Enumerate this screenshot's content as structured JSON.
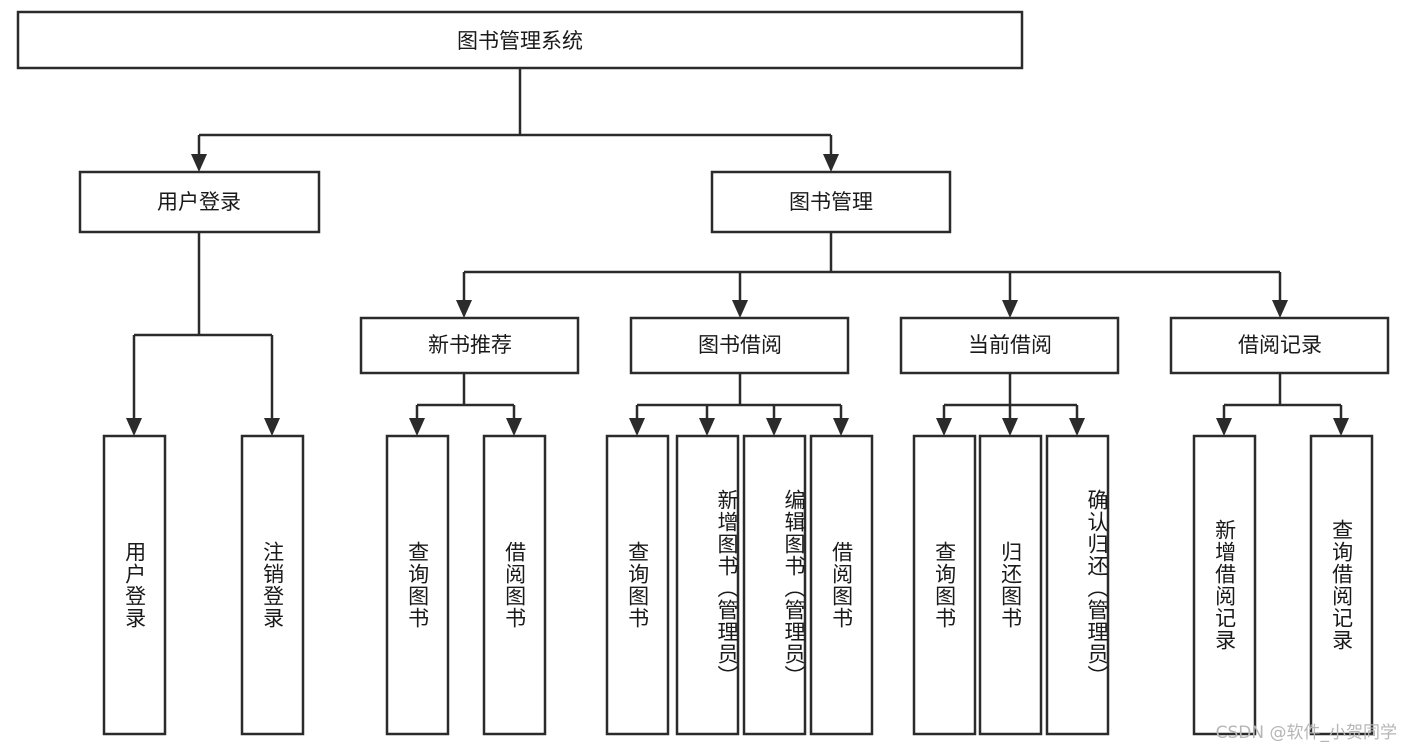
{
  "diagram": {
    "title": "图书管理系统",
    "type": "tree",
    "watermark": "CSDN @软件_小贺同学",
    "colors": {
      "node_fill": "#ffffff",
      "node_stroke": "#2b2b2b",
      "text": "#1a1a1a",
      "watermark": "#b6b6b6",
      "background": "#ffffff"
    },
    "root": {
      "id": "root",
      "label": "图书管理系统",
      "orientation": "horizontal"
    },
    "level1": [
      {
        "id": "user-login",
        "label": "用户登录",
        "orientation": "horizontal"
      },
      {
        "id": "book-manage",
        "label": "图书管理",
        "orientation": "horizontal"
      }
    ],
    "level2": [
      {
        "id": "new-book-recommend",
        "label": "新书推荐",
        "parent": "book-manage",
        "orientation": "horizontal"
      },
      {
        "id": "book-borrow",
        "label": "图书借阅",
        "parent": "book-manage",
        "orientation": "horizontal"
      },
      {
        "id": "current-borrow",
        "label": "当前借阅",
        "parent": "book-manage",
        "orientation": "horizontal"
      },
      {
        "id": "borrow-record",
        "label": "借阅记录",
        "parent": "book-manage",
        "orientation": "horizontal"
      }
    ],
    "leaves": [
      {
        "id": "leaf-user-login",
        "label": "用户登录",
        "parent": "user-login",
        "orientation": "vertical"
      },
      {
        "id": "leaf-logout-login",
        "label": "注销登录",
        "parent": "user-login",
        "orientation": "vertical"
      },
      {
        "id": "leaf-query-book-1",
        "label": "查询图书",
        "parent": "new-book-recommend",
        "orientation": "vertical"
      },
      {
        "id": "leaf-borrow-book-1",
        "label": "借阅图书",
        "parent": "new-book-recommend",
        "orientation": "vertical"
      },
      {
        "id": "leaf-query-book-2",
        "label": "查询图书",
        "parent": "book-borrow",
        "orientation": "vertical"
      },
      {
        "id": "leaf-add-book",
        "label": "新增图书（管理员）",
        "parent": "book-borrow",
        "orientation": "vertical"
      },
      {
        "id": "leaf-edit-book",
        "label": "编辑图书（管理员）",
        "parent": "book-borrow",
        "orientation": "vertical"
      },
      {
        "id": "leaf-borrow-book-2",
        "label": "借阅图书",
        "parent": "book-borrow",
        "orientation": "vertical"
      },
      {
        "id": "leaf-query-book-3",
        "label": "查询图书",
        "parent": "current-borrow",
        "orientation": "vertical"
      },
      {
        "id": "leaf-return-book",
        "label": "归还图书",
        "parent": "current-borrow",
        "orientation": "vertical"
      },
      {
        "id": "leaf-confirm-return",
        "label": "确认归还（管理员）",
        "parent": "current-borrow",
        "orientation": "vertical"
      },
      {
        "id": "leaf-add-record",
        "label": "新增借阅记录",
        "parent": "borrow-record",
        "orientation": "vertical"
      },
      {
        "id": "leaf-query-record",
        "label": "查询借阅记录",
        "parent": "borrow-record",
        "orientation": "vertical"
      }
    ]
  }
}
